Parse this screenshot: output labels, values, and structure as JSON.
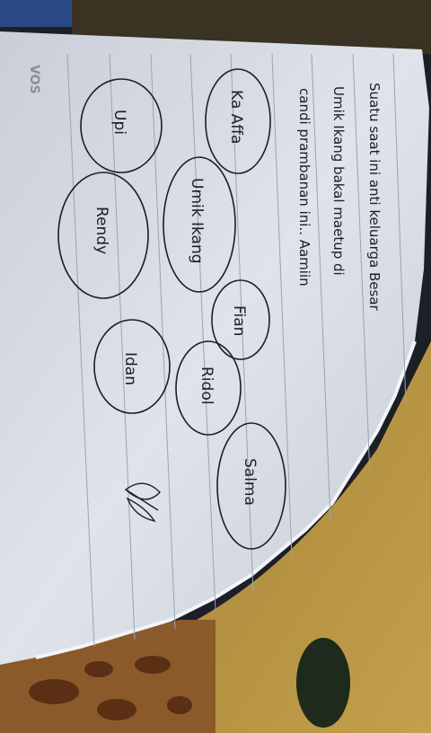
{
  "paper": {
    "brand": "VOS"
  },
  "note_lines": [
    "Suatu saat ini anti keluarga Besar",
    "Umik Ikang bakal maetup di",
    "candi prambanan ini.. Aamiin"
  ],
  "names": [
    "Ka Affa",
    "Upi",
    "Umik Ikang",
    "Rendy",
    "Fian",
    "Ridol",
    "Idan",
    "Salma"
  ],
  "colors": {
    "paper": "#dfe3ea",
    "ink": "#1b1d2a",
    "background_left": "#1d1f27",
    "fabric": "#b8953a"
  }
}
